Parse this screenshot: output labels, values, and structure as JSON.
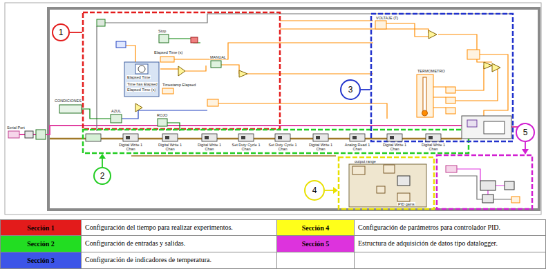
{
  "diagram": {
    "nodes": [
      {
        "text": [
          "1"
        ]
      },
      {
        "text": [
          "2"
        ]
      },
      {
        "text": [
          "3"
        ]
      },
      {
        "text": [
          "4"
        ]
      },
      {
        "text": [
          "5"
        ]
      }
    ],
    "labels": [
      "Serial Port",
      "CONDICIONES",
      "Stop",
      "Elapsed Time (s)",
      "Elapsed Time",
      "Time has Elapsed",
      "Elapsed Time (s)",
      "Timestamp Elapsed",
      "MANUAL",
      "AZUL",
      "ROJO",
      "VOLTAJE (T)",
      "TERMOMETRO",
      "Digital Write 1 Chan",
      "Digital Write 1 Chan",
      "Digital Write 1 Chan",
      "Set Duty Cycle 1 Chan",
      "Set Duty Cycle 1 Chan",
      "Digital Write 1 Chan",
      "Analog Read 1 Chan",
      "Digital Write 1 Chan",
      "Digital Write 1 Chan",
      "output range",
      "PID gains",
      "Configuración del tiempo para realizar experimentos.",
      "Configuración de parámetros para controlador PID.",
      "Configuración de entradas y salidas.",
      "Estructura de adquisición de datos tipo datalogger.",
      "Configuración de indicadores de temperatura."
    ],
    "legend": [
      {
        "text": "Sección 1",
        "color": "#e31b1b"
      },
      {
        "text": "Sección 4",
        "color": "#ffff1a"
      },
      {
        "text": "Sección 2",
        "color": "#22dd22"
      },
      {
        "text": "Sección 5",
        "color": "#dd33dd"
      },
      {
        "text": "Sección 3",
        "color": "#3d55e8"
      }
    ]
  }
}
